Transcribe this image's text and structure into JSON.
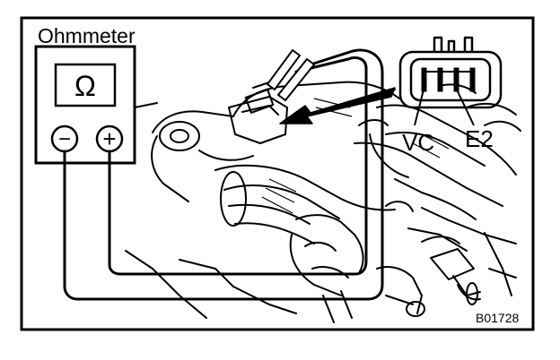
{
  "figure": {
    "meter_label": "Ohmmeter",
    "display_symbol": "Ω",
    "terminal_negative_symbol": "−",
    "terminal_positive_symbol": "+",
    "pin_label_vc": "VC",
    "pin_label_e2": "E2",
    "figure_code": "B01728"
  },
  "colors": {
    "ink": "#000000",
    "paper": "#ffffff"
  }
}
